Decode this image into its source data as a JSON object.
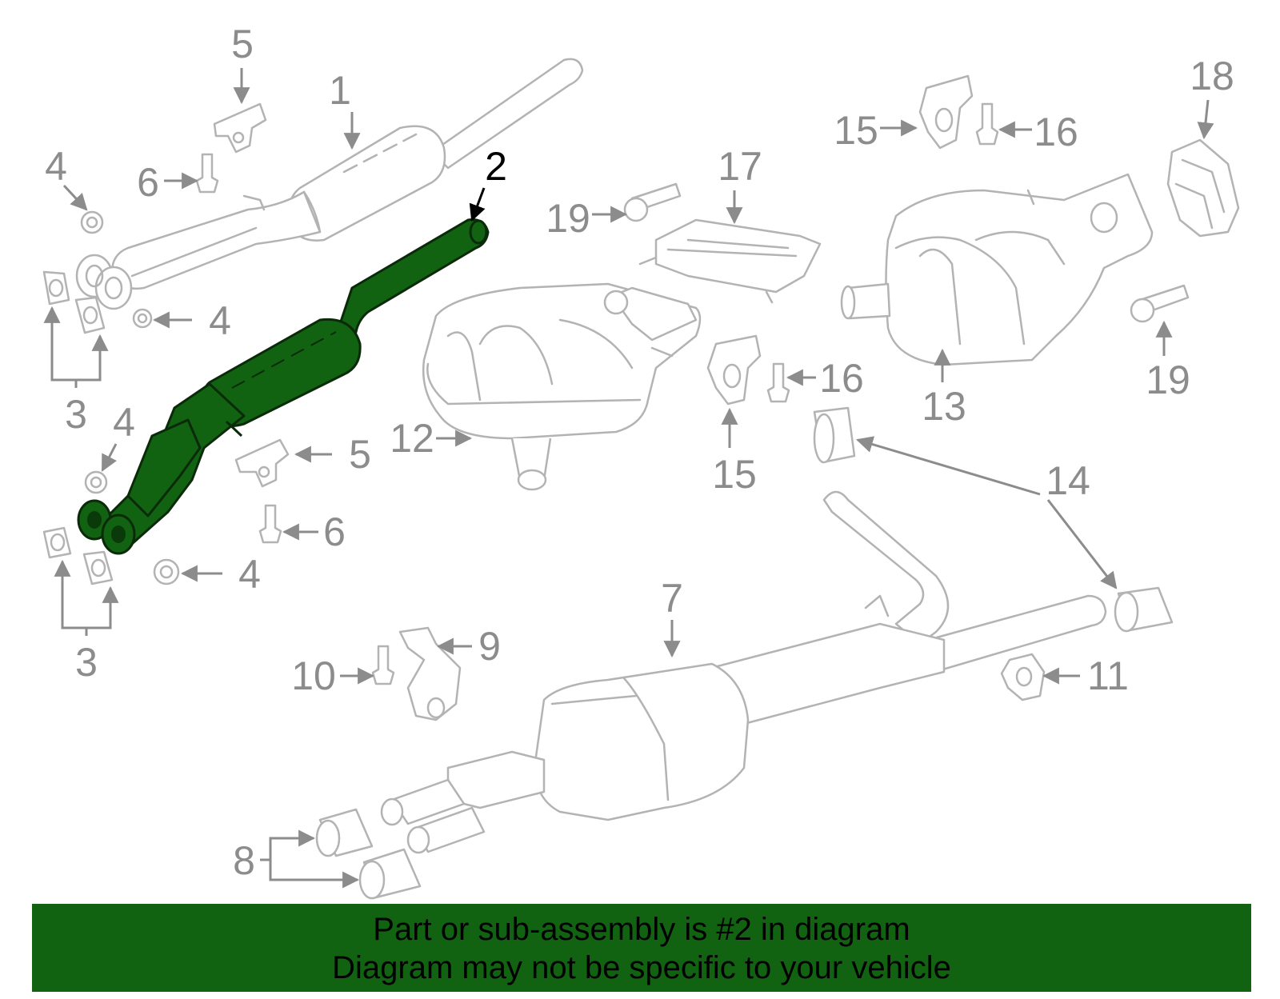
{
  "diagram": {
    "callouts": {
      "c1": "1",
      "c2": "2",
      "c3a": "3",
      "c3b": "3",
      "c4a": "4",
      "c4b": "4",
      "c4c": "4",
      "c4d": "4",
      "c5a": "5",
      "c5b": "5",
      "c6a": "6",
      "c6b": "6",
      "c7": "7",
      "c8": "8",
      "c9": "9",
      "c10": "10",
      "c11": "11",
      "c12": "12",
      "c13": "13",
      "c14": "14",
      "c15a": "15",
      "c15b": "15",
      "c16a": "16",
      "c16b": "16",
      "c17": "17",
      "c18": "18",
      "c19a": "19",
      "c19b": "19"
    },
    "highlighted_part": "2",
    "highlight_color": "#116311"
  },
  "banner": {
    "line1": "Part or sub-assembly is #2 in diagram",
    "line2": "Diagram may not be specific to your vehicle",
    "background": "#116311"
  }
}
